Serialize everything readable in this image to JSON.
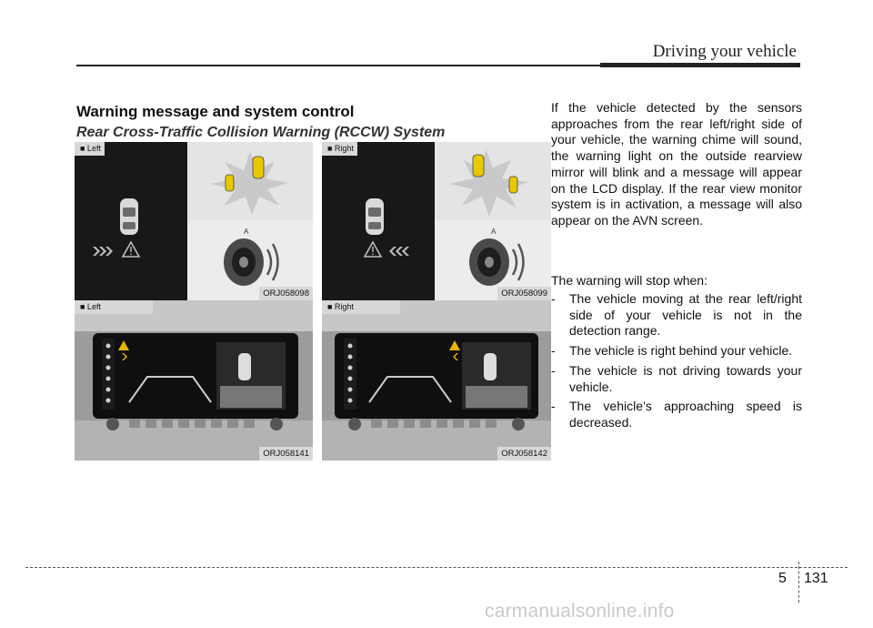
{
  "header": {
    "title": "Driving your vehicle"
  },
  "section": {
    "title": "Warning message and system control",
    "subtitle": "Rear Cross-Traffic Collision Warning (RCCW) System"
  },
  "figures": {
    "top_left": {
      "tag": "■ Left",
      "code": "ORJ058098",
      "label_a": "A"
    },
    "top_right": {
      "tag": "■ Right",
      "code": "ORJ058099",
      "label_a": "A"
    },
    "bottom_left": {
      "tag": "■ Left",
      "code": "ORJ058141"
    },
    "bottom_right": {
      "tag": "■ Right",
      "code": "ORJ058142"
    }
  },
  "body": {
    "paragraph": "If the vehicle detected by the sensors approaches from the rear left/right side of your vehicle, the warning chime will sound, the warning light on the outside rearview mirror will blink and a message will appear on the LCD display. If the rear view monitor system is in activation, a message will also appear on the AVN screen.",
    "stop_intro": "The warning will stop when:",
    "stop_items": [
      "The vehicle moving at the rear left/right side of your vehicle is not in the detection range.",
      "The vehicle is right behind your vehicle.",
      "The vehicle is not driving towards your vehicle.",
      "The vehicle’s approaching speed is decreased."
    ],
    "dash": "-"
  },
  "footer": {
    "chapter": "5",
    "page": "131",
    "watermark": "carmanualsonline.info"
  },
  "colors": {
    "warning_amber": "#e8b400",
    "car_yellow": "#f0c800",
    "panel_dark": "#1c1c1c"
  }
}
